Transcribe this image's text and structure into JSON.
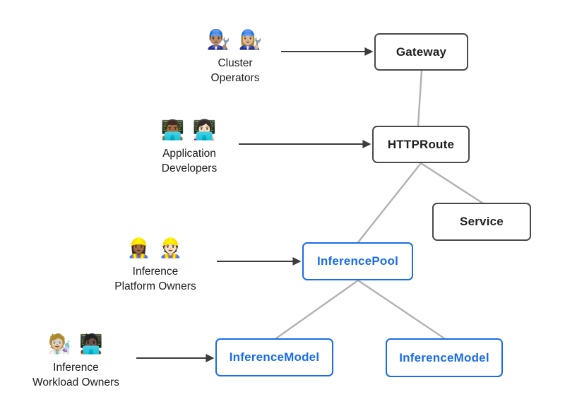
{
  "diagram": {
    "personas": [
      {
        "id": "cluster-operators",
        "icons": "👨🏽‍🔧 👩🏼‍🔧",
        "icon_description": "man-mechanic-and-woman-mechanic-emoji",
        "label": [
          "Cluster",
          "Operators"
        ],
        "points_to": "Gateway"
      },
      {
        "id": "application-developers",
        "icons": "👨🏾‍💻 👩🏻‍💻",
        "icon_description": "man-technologist-and-woman-technologist-emoji",
        "label": [
          "Application",
          "Developers"
        ],
        "points_to": "HTTPRoute"
      },
      {
        "id": "inference-platform-owners",
        "icons": "👷🏾‍♀️ 👷🏻",
        "icon_description": "woman-construction-worker-and-man-construction-worker-emoji",
        "label": [
          "Inference",
          "Platform Owners"
        ],
        "points_to": "InferencePool"
      },
      {
        "id": "inference-workload-owners",
        "icons": "🧑🏼‍🔬 🧑🏿‍💻",
        "icon_description": "scientist-and-technologist-emoji",
        "label": [
          "Inference",
          "Workload Owners"
        ],
        "points_to": "InferenceModel"
      }
    ],
    "nodes": [
      {
        "id": "gateway",
        "label": "Gateway",
        "style": "dark"
      },
      {
        "id": "httproute",
        "label": "HTTPRoute",
        "style": "dark"
      },
      {
        "id": "service",
        "label": "Service",
        "style": "dark"
      },
      {
        "id": "inferencepool",
        "label": "InferencePool",
        "style": "blue"
      },
      {
        "id": "inferencemodel-1",
        "label": "InferenceModel",
        "style": "blue"
      },
      {
        "id": "inferencemodel-2",
        "label": "InferenceModel",
        "style": "blue"
      }
    ],
    "edges": [
      {
        "from": "Gateway",
        "to": "HTTPRoute",
        "type": "line"
      },
      {
        "from": "HTTPRoute",
        "to": "InferencePool",
        "type": "line"
      },
      {
        "from": "HTTPRoute",
        "to": "Service",
        "type": "line"
      },
      {
        "from": "InferencePool",
        "to": "InferenceModel-1",
        "type": "line"
      },
      {
        "from": "InferencePool",
        "to": "InferenceModel-2",
        "type": "line"
      },
      {
        "from": "Cluster Operators",
        "to": "Gateway",
        "type": "arrow"
      },
      {
        "from": "Application Developers",
        "to": "HTTPRoute",
        "type": "arrow"
      },
      {
        "from": "Inference Platform Owners",
        "to": "InferencePool",
        "type": "arrow"
      },
      {
        "from": "Inference Workload Owners",
        "to": "InferenceModel-1",
        "type": "arrow"
      }
    ],
    "colors": {
      "background": "#ffffff",
      "node_border_dark": "#4a4a4a",
      "node_text_dark": "#1f1f1f",
      "node_border_blue": "#1a6ce8",
      "node_text_blue": "#1a6ce8",
      "connector_gray": "#b3b3b3",
      "arrow_black": "#3d3d3d",
      "label_text": "#1d1d1f"
    }
  }
}
